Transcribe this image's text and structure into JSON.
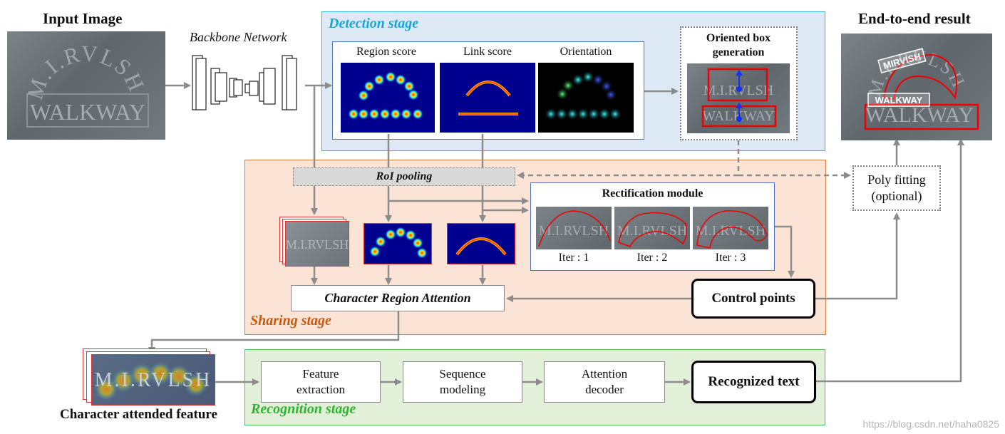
{
  "titles": {
    "input_image": "Input Image",
    "backbone": "Backbone Network",
    "end_to_end": "End-to-end result",
    "char_attended": "Character attended feature"
  },
  "stages": {
    "detection": "Detection stage",
    "sharing": "Sharing stage",
    "recognition": "Recognition stage"
  },
  "detection": {
    "region_score": "Region score",
    "link_score": "Link score",
    "orientation": "Orientation",
    "oriented_box_line1": "Oriented box",
    "oriented_box_line2": "generation"
  },
  "sharing": {
    "roi_pooling": "RoI pooling",
    "rectification_module": "Rectification module",
    "iter1": "Iter : 1",
    "iter2": "Iter : 2",
    "iter3": "Iter : 3",
    "char_region_attention": "Character Region Attention",
    "control_points": "Control points"
  },
  "poly": {
    "line1": "Poly fitting",
    "line2": "(optional)"
  },
  "recognition": {
    "feature_extraction_1": "Feature",
    "feature_extraction_2": "extraction",
    "sequence_modeling_1": "Sequence",
    "sequence_modeling_2": "modeling",
    "attention_decoder_1": "Attention",
    "attention_decoder_2": "decoder",
    "recognized_text": "Recognized text"
  },
  "image_text": {
    "stone_top": "M.I.RVLSH",
    "stone_bottom": "WALKWAY",
    "result_label_1": "MIRVISH",
    "result_label_2": "WALKWAY"
  },
  "watermark": "https://blog.csdn.net/haha0825",
  "colors": {
    "detection_border": "#2fb5e0",
    "detection_fill": "#dde9f5",
    "sharing_border": "#d9793a",
    "sharing_fill": "#fbe4d5",
    "recognition_border": "#4cc24c",
    "recognition_fill": "#e2f0d9",
    "detection_label": "#1ba6d8",
    "sharing_label": "#c55a11",
    "recognition_label": "#2db52d",
    "arrow": "#8c8c8c"
  }
}
